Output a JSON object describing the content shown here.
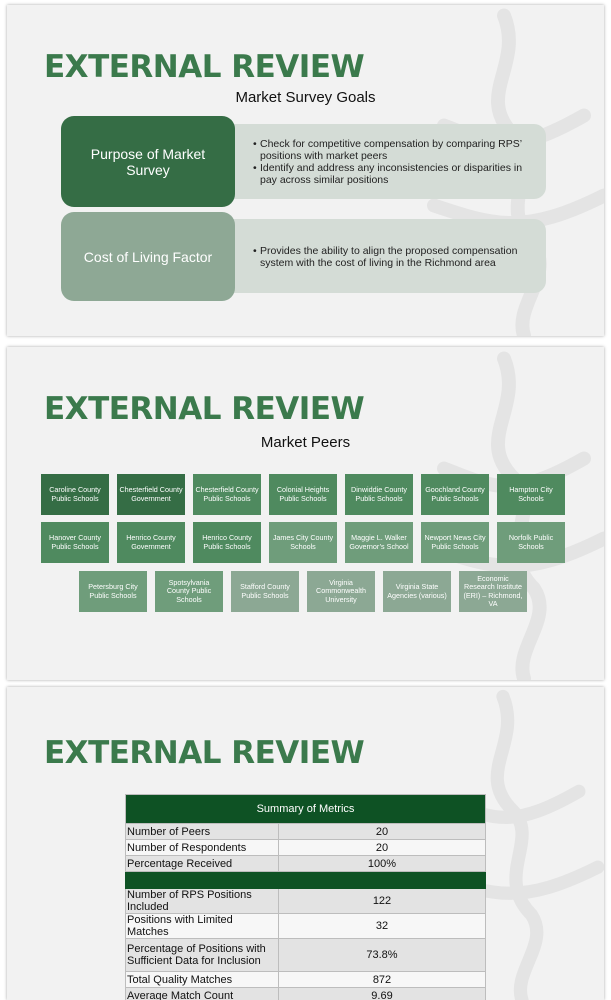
{
  "slide1": {
    "title": "EXTERNAL REVIEW",
    "subtitle": "Market Survey Goals",
    "goals": [
      {
        "label": "Purpose of Market Survey",
        "bullets": [
          "Check for competitive compensation by comparing RPS’ positions with market peers",
          "Identify and address any inconsistencies or disparities in pay across similar positions"
        ]
      },
      {
        "label": "Cost of Living Factor",
        "bullets": [
          "Provides the ability to align the proposed compensation system with the cost of living in the Richmond area"
        ]
      }
    ]
  },
  "slide2": {
    "title": "EXTERNAL REVIEW",
    "subtitle": "Market Peers",
    "peers": [
      "Caroline County Public Schools",
      "Chesterfield County Government",
      "Chesterfield County Public Schools",
      "Colonial Heights Public Schools",
      "Dinwiddie County Public Schools",
      "Goochland County Public Schools",
      "Hampton City Schools",
      "Hanover County Public Schools",
      "Henrico County Government",
      "Henrico County Public Schools",
      "James City County Schools",
      "Maggie L. Walker Governor’s School",
      "Newport News City Public Schools",
      "Norfolk Public Schools",
      "Petersburg City Public Schools",
      "Spotsylvania County Public Schools",
      "Stafford County Public Schools",
      "Virginia Commonwealth University",
      "Virginia State Agencies (various)",
      "Economic Research Institute (ERI) – Richmond, VA"
    ]
  },
  "slide3": {
    "title": "EXTERNAL REVIEW",
    "table_header": "Summary of Metrics",
    "rows_top": [
      {
        "label": "Number of Peers",
        "value": "20"
      },
      {
        "label": "Number of Respondents",
        "value": "20"
      },
      {
        "label": "Percentage Received",
        "value": "100%"
      }
    ],
    "rows_bottom": [
      {
        "label": "Number of RPS Positions Included",
        "value": "122"
      },
      {
        "label": "Positions with Limited Matches",
        "value": "32"
      },
      {
        "label": "Percentage of Positions with Sufficient Data for Inclusion",
        "value": "73.8%"
      },
      {
        "label": "Total Quality Matches",
        "value": "872"
      },
      {
        "label": "Average Match Count",
        "value": "9.69"
      }
    ]
  },
  "colors": {
    "title_green": "#3b7a4c",
    "dark_green": "#356d45",
    "table_header_green": "#0e5224"
  }
}
